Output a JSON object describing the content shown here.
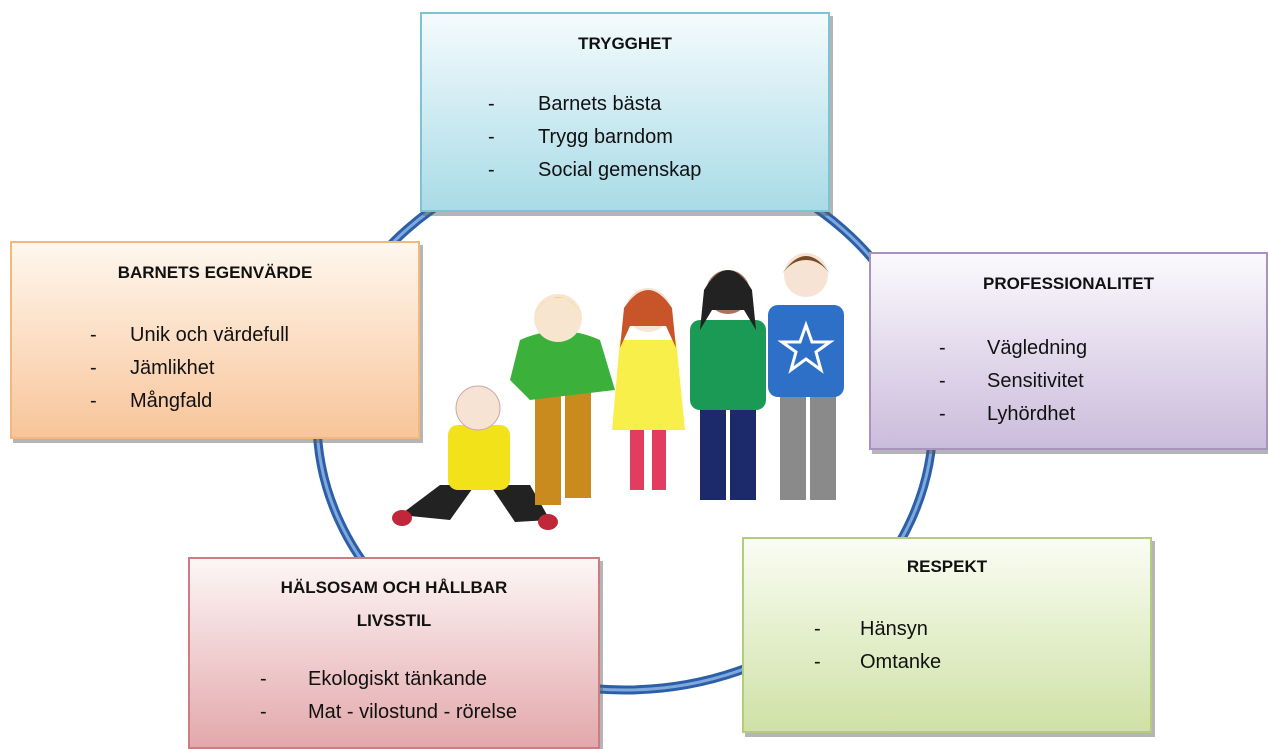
{
  "colors": {
    "ring": "#4a7ec4",
    "trygghet_border": "#7cc3d3",
    "egenvarde_border": "#f2b97a",
    "professionalitet_border": "#a793bd",
    "halsa_border": "#cc7d82",
    "respekt_border": "#b3cc7d"
  },
  "illustration": {
    "subject": "children-drawing"
  },
  "boxes": {
    "trygghet": {
      "title": "TRYGGHET",
      "items": [
        {
          "dash": "-",
          "text": "Barnets bästa"
        },
        {
          "dash": "-",
          "text": "Trygg barndom"
        },
        {
          "dash": "-",
          "text": "Social gemenskap"
        }
      ]
    },
    "egenvarde": {
      "title": "BARNETS EGENVÄRDE",
      "items": [
        {
          "dash": "-",
          "text": "Unik och värdefull"
        },
        {
          "dash": "-",
          "text": "Jämlikhet"
        },
        {
          "dash": "-",
          "text": "Mångfald"
        }
      ]
    },
    "professionalitet": {
      "title": "PROFESSIONALITET",
      "items": [
        {
          "dash": "-",
          "text": "Vägledning"
        },
        {
          "dash": "-",
          "text": "Sensitivitet"
        },
        {
          "dash": "-",
          "text": "Lyhördhet"
        }
      ]
    },
    "halsa": {
      "title_line1": "HÄLSOSAM OCH HÅLLBAR",
      "title_line2": "LIVSSTIL",
      "items": [
        {
          "dash": "-",
          "text": "Ekologiskt tänkande"
        },
        {
          "dash": "-",
          "text": "Mat - vilostund - rörelse"
        }
      ]
    },
    "respekt": {
      "title": "RESPEKT",
      "items": [
        {
          "dash": "-",
          "text": "Hänsyn"
        },
        {
          "dash": "-",
          "text": "Omtanke"
        }
      ]
    }
  }
}
